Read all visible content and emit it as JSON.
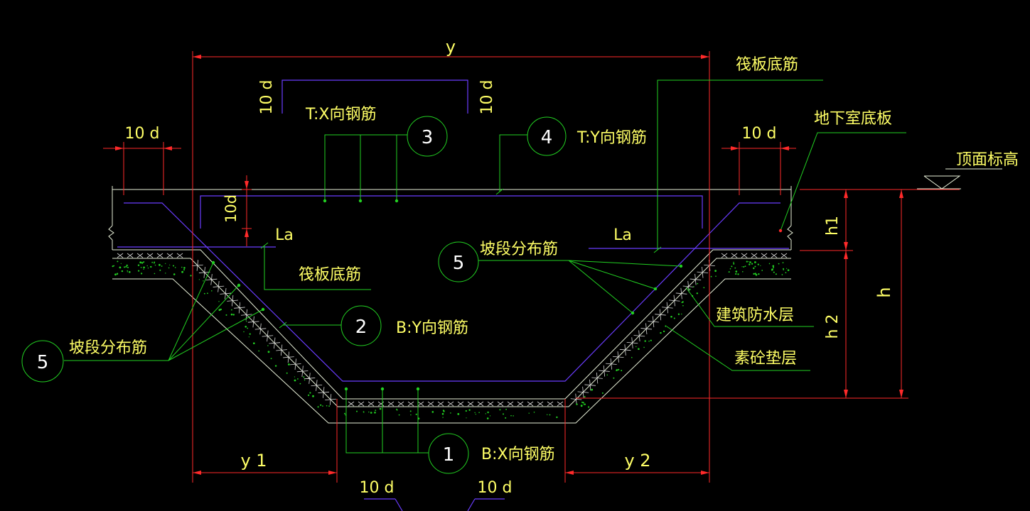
{
  "labels": {
    "dim_y": "y",
    "dim_y1": "y 1",
    "dim_y2": "y 2",
    "dim_h": "h",
    "dim_h1": "h1",
    "dim_h2": "h 2",
    "ten_d": "10 d",
    "ten_d_tight": "10d",
    "la": "La",
    "raft_bottom_bar": "筏板底筋",
    "basement_slab": "地下室底板",
    "top_elevation": "顶面标高",
    "t_x_bar": "T:X向钢筋",
    "t_y_bar": "T:Y向钢筋",
    "b_y_bar": "B:Y向钢筋",
    "b_x_bar": "B:X向钢筋",
    "slope_dist_bar": "坡段分布筋",
    "waterproof": "建筑防水层",
    "plain_concrete": "素砼垫层"
  },
  "markers": {
    "m1": "1",
    "m2": "2",
    "m3": "3",
    "m4": "4",
    "m5": "5"
  },
  "colors": {
    "background": "#000000",
    "dimension": "#ff2a2a",
    "leader": "#22d022",
    "rebar": "#6a3cff",
    "outline": "#e8f0d8",
    "text": "#ffff66"
  }
}
